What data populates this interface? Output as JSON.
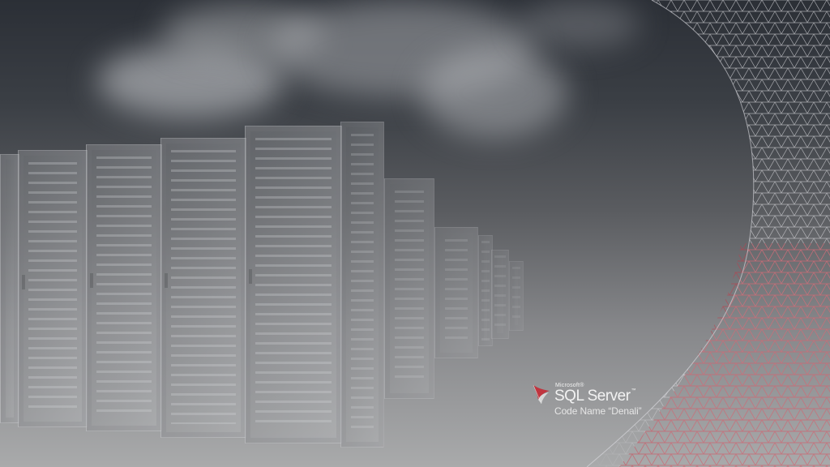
{
  "logo": {
    "vendor": "Microsoft®",
    "product": "SQL Server",
    "trademark": "™",
    "code_name": "Code Name “Denali”"
  },
  "icons": {
    "logo_mark": "sql-server-logo-icon"
  },
  "colors": {
    "sky_top": "#2b2f36",
    "bottom": "#a9aaab",
    "mesh_line": "#d8d8dc",
    "mesh_accent": "#c23b48",
    "logo_red": "#c0353f"
  }
}
